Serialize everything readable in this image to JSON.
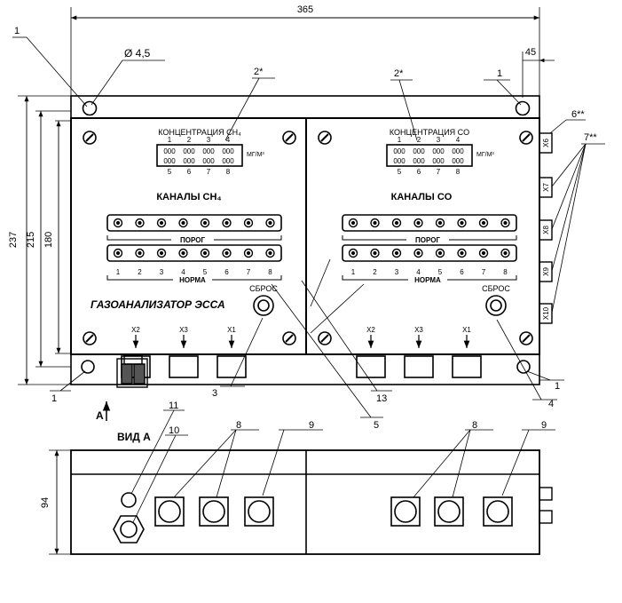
{
  "dimensions": {
    "width": "365",
    "height_total": "237",
    "height_mid": "215",
    "height_inner": "180",
    "offset": "45",
    "depth": "94"
  },
  "hole_label": "Ø 4,5",
  "left_panel": {
    "conc_title": "КОНЦЕНТРАЦИЯ  CH₄",
    "channels_title": "КАНАЛЫ CH₄",
    "device_name": "ГАЗОАНАЛИЗАТОР ЭССА",
    "reset_label": "СБРОС"
  },
  "right_panel": {
    "conc_title": "КОНЦЕНТРАЦИЯ  CO",
    "channels_title": "КАНАЛЫ CO",
    "reset_label": "СБРОС"
  },
  "display": {
    "top_numbers": [
      "1",
      "2",
      "3",
      "4"
    ],
    "bottom_numbers": [
      "5",
      "6",
      "7",
      "8"
    ],
    "cells": [
      "000",
      "000",
      "000",
      "000"
    ],
    "unit": "МГ/М³"
  },
  "led_numbers": [
    "1",
    "2",
    "3",
    "4",
    "5",
    "6",
    "7",
    "8"
  ],
  "threshold_label": "ПОРОГ",
  "norm_label": "НОРМА",
  "connectors": [
    "X2",
    "X3",
    "X1"
  ],
  "side_connectors": [
    "X6",
    "X7",
    "X8",
    "X9",
    "X10"
  ],
  "view_label": "ВИД А",
  "arrow_label": "А",
  "callouts": [
    "1",
    "2*",
    "3",
    "4",
    "5",
    "6**",
    "7**",
    "8",
    "9",
    "10",
    "11",
    "13"
  ]
}
